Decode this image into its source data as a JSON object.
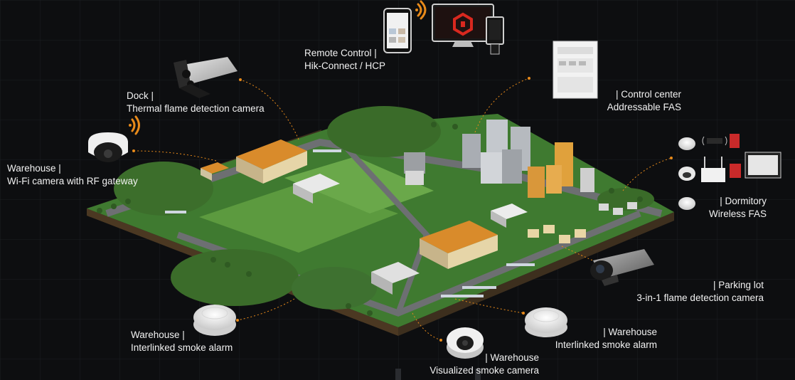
{
  "labels": {
    "remote": {
      "line1": "Remote Control |",
      "line2": "Hik-Connect / HCP"
    },
    "dock": {
      "line1": "Dock |",
      "line2": "Thermal flame detection camera"
    },
    "warehouse_wifi": {
      "line1": "Warehouse |",
      "line2": "Wi-Fi camera with RF gateway"
    },
    "control_center": {
      "line1": "| Control center",
      "line2": "Addressable FAS"
    },
    "dormitory": {
      "line1": "| Dormitory",
      "line2": "Wireless FAS"
    },
    "parking": {
      "line1": "| Parking lot",
      "line2": "3-in-1 flame detection camera"
    },
    "warehouse_smoke_left": {
      "line1": "Warehouse |",
      "line2": "Interlinked smoke alarm"
    },
    "warehouse_smoke_right": {
      "line1": "| Warehouse",
      "line2": "Interlinked smoke alarm"
    },
    "warehouse_visual": {
      "line1": "| Warehouse",
      "line2": "Visualized smoke camera"
    }
  },
  "colors": {
    "background": "#0d0e10",
    "accent_orange": "#e88a1a",
    "roof_orange": "#d98b2b",
    "grass": "#4d8a3a",
    "road": "#6d6f72",
    "text": "#f2f2f2"
  },
  "icons": [
    "wifi-signal-icon",
    "phone-icon",
    "monitor-icon",
    "hik-logo-icon",
    "smoke-detector-icon",
    "camera-icon"
  ]
}
